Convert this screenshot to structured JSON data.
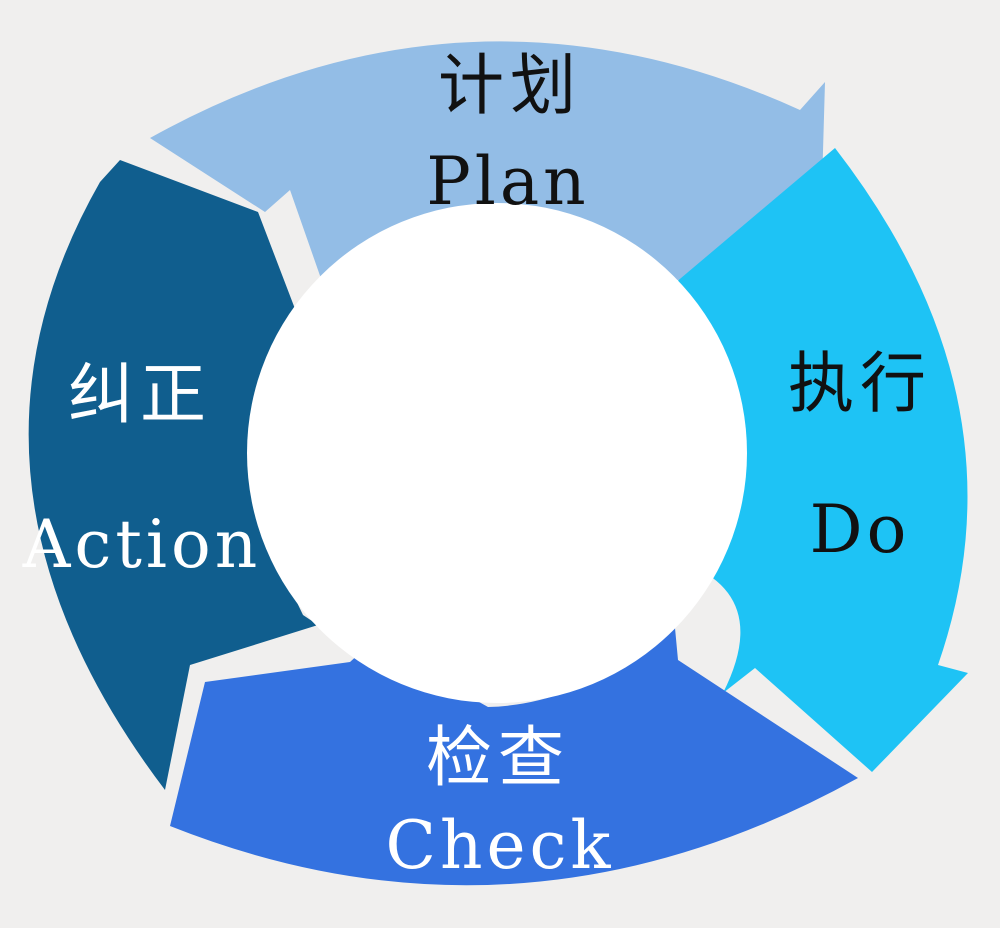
{
  "stages": [
    {
      "id": "plan",
      "cn": "计划",
      "en": "Plan",
      "color": "#93bde6",
      "text_color": "#111111"
    },
    {
      "id": "do",
      "cn": "执行",
      "en": "Do",
      "color": "#1ec3f5",
      "text_color": "#111111"
    },
    {
      "id": "check",
      "cn": "检查",
      "en": "Check",
      "color": "#3472e0",
      "text_color": "#ffffff"
    },
    {
      "id": "action",
      "cn": "纠正",
      "en": "Action",
      "color": "#105e8e",
      "text_color": "#ffffff"
    }
  ],
  "background": "#f0efee",
  "center_color": "#ffffff"
}
